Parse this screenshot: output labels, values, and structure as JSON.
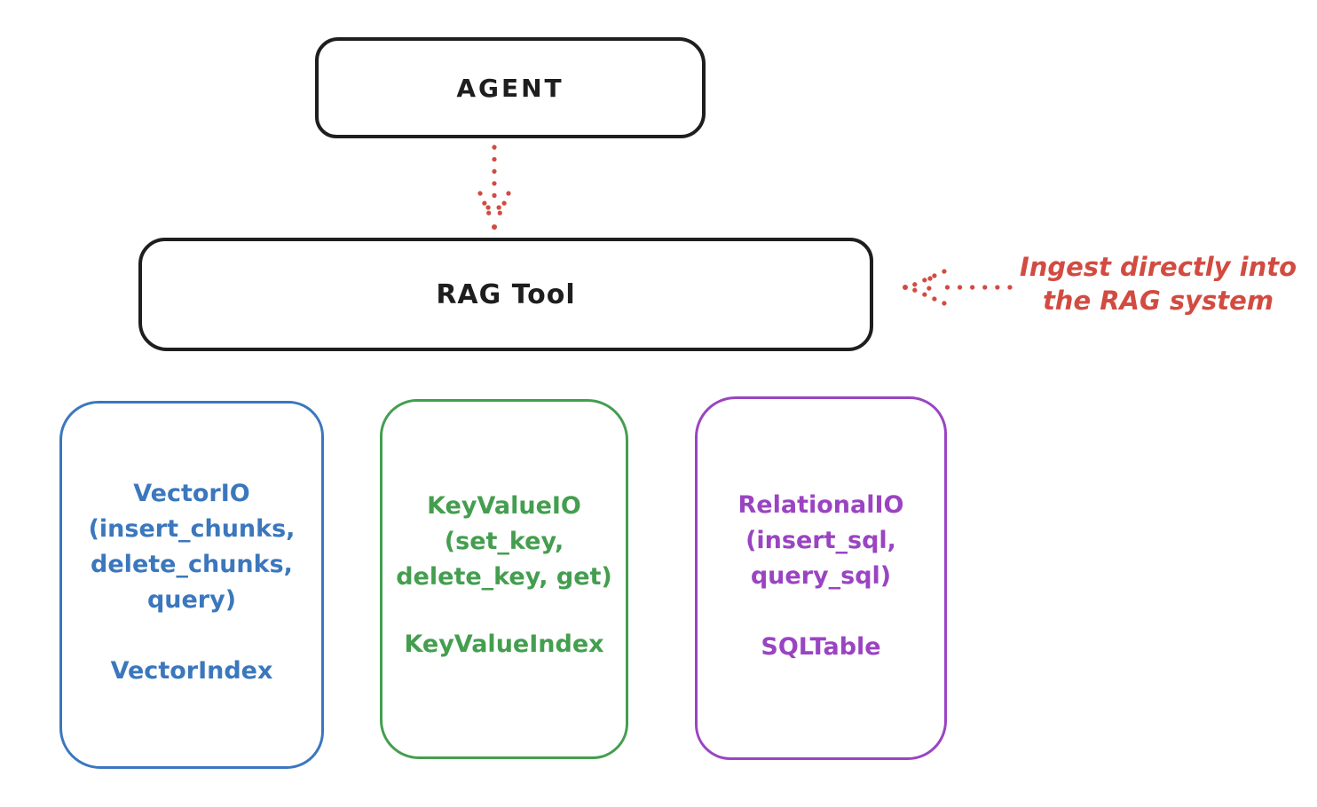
{
  "diagram": {
    "agent": {
      "label": "AGENT"
    },
    "rag_tool": {
      "label": "RAG Tool"
    },
    "annotation": {
      "line1": "Ingest directly into",
      "line2": "the RAG system"
    },
    "stores": [
      {
        "id": "vector-io",
        "lines": [
          "VectorIO",
          "(insert_chunks,",
          "delete_chunks,",
          "query)"
        ],
        "index": "VectorIndex",
        "color": "#3b77bd"
      },
      {
        "id": "keyvalue-io",
        "lines": [
          "KeyValueIO",
          "(set_key,",
          "delete_key, get)"
        ],
        "index": "KeyValueIndex",
        "color": "#449e4f"
      },
      {
        "id": "relational-io",
        "lines": [
          "RelationalIO",
          "(insert_sql,",
          "query_sql)"
        ],
        "index": "SQLTable",
        "color": "#9a44c2"
      }
    ],
    "colors": {
      "stroke": "#1e1e1e",
      "arrow_red": "#d24b41",
      "background": "#ffffff"
    }
  }
}
